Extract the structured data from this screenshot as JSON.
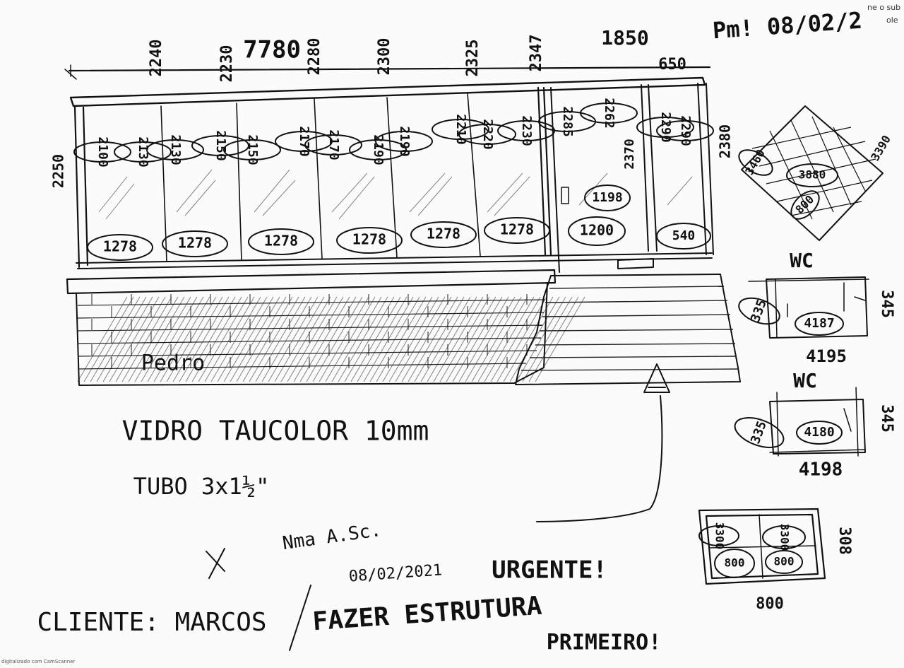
{
  "header": {
    "date_tag": "Pm! 08/02/2",
    "corner_1": "ne o sub",
    "corner_2": "ole"
  },
  "dimensions_top": [
    "2240",
    "2230",
    "7780",
    "2280",
    "2300",
    "2325",
    "2347",
    "1850",
    "650"
  ],
  "height_left": "2250",
  "height_right": "2380",
  "door_height": "2370",
  "panel_tops": [
    "2100",
    "2130",
    "2130",
    "2150",
    "2150",
    "2170",
    "2170",
    "2190",
    "2190",
    "2210",
    "2220",
    "2230",
    "2285",
    "2262",
    "2290",
    "2290"
  ],
  "panel_bottoms": [
    "1278",
    "1278",
    "1278",
    "1278",
    "1278",
    "1278"
  ],
  "door_values": [
    "1198",
    "1200",
    "540"
  ],
  "signature": "Pedro",
  "detail_diamond": [
    "3460",
    "3880",
    "800",
    "3390"
  ],
  "wc1": {
    "label": "WC",
    "left": "335",
    "center": "4187",
    "bottom": "4195",
    "right": "345"
  },
  "wc2": {
    "label": "WC",
    "left": "335",
    "center": "4180",
    "bottom": "4198",
    "right": "345"
  },
  "detail_box": {
    "values": [
      "3300",
      "3300",
      "800",
      "800"
    ],
    "right": "308",
    "bottom": "800"
  },
  "notes": {
    "line1": "VIDRO TAUCOLOR 10mm",
    "line2": "TUBO 3x1½\"",
    "line3": "Nma A.Sc.",
    "date": "08/02/2021",
    "urgent": "URGENTE!",
    "client": "CLIENTE: MARCOS",
    "instruction_1": "FAZER ESTRUTURA",
    "instruction_2": "PRIMEIRO!"
  },
  "footer_text": "digitalizado com CamScanner"
}
